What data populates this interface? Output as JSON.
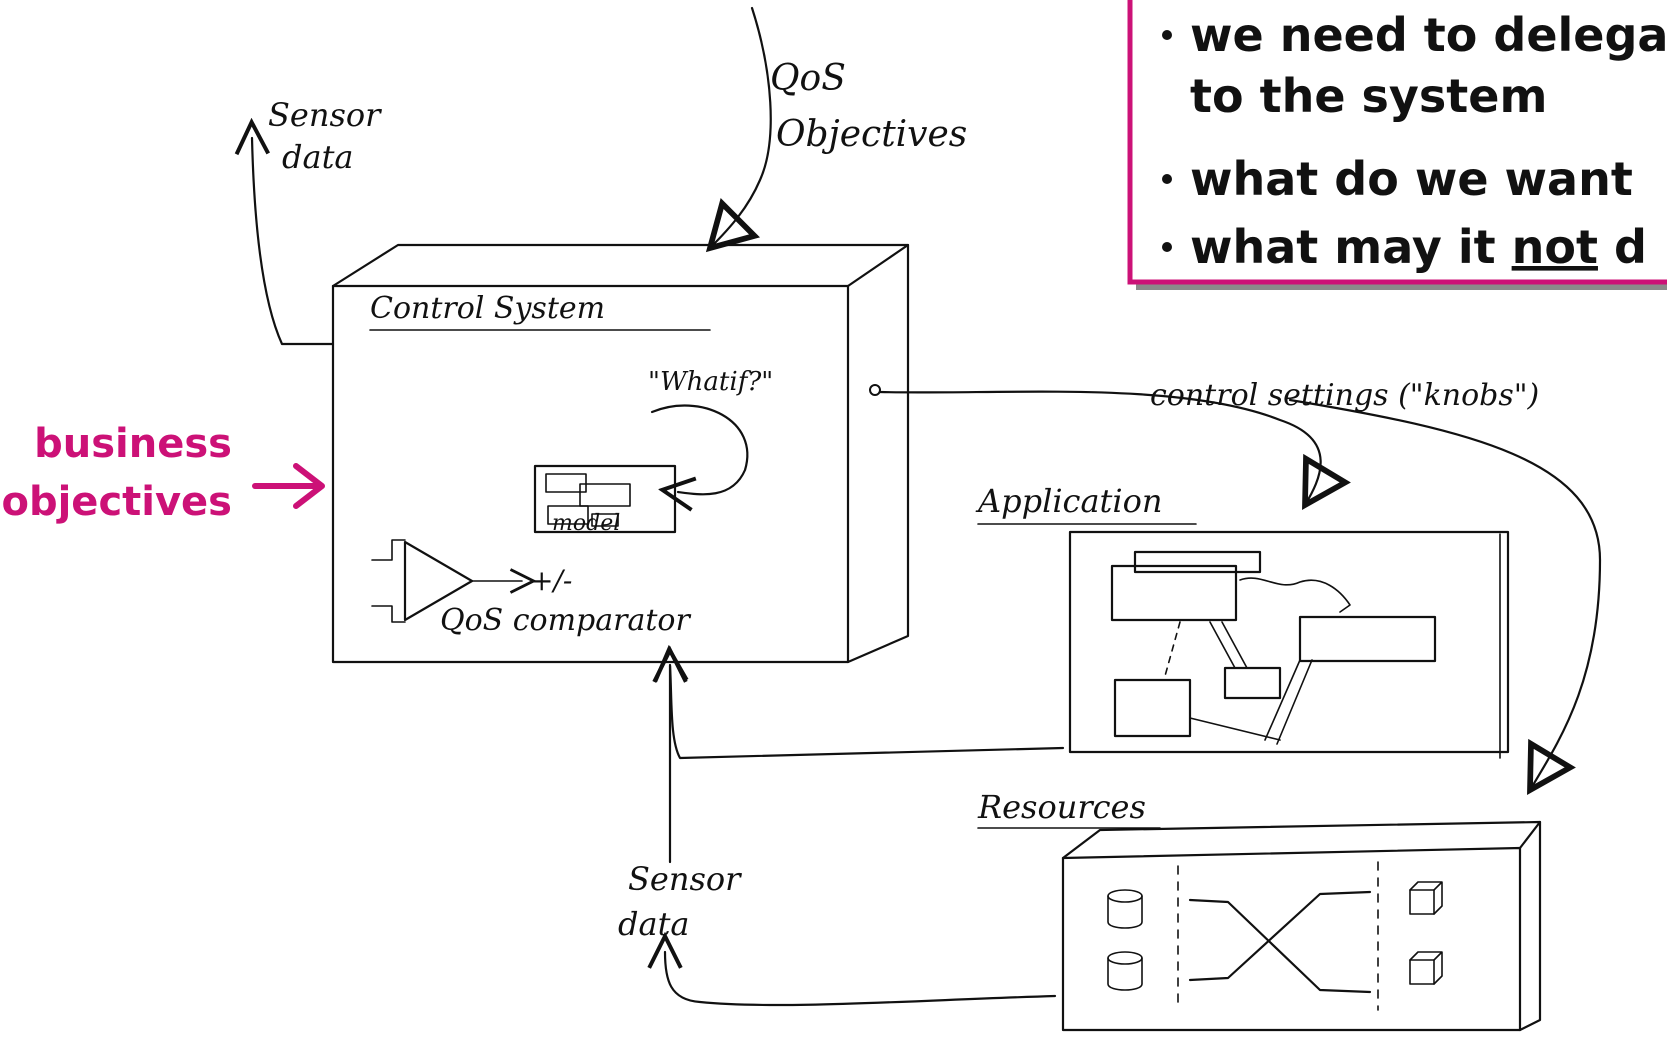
{
  "callout": {
    "bullets": [
      "we need to delega",
      "to the system",
      "what do we want",
      "what may it not d"
    ],
    "bullet_parts": {
      "line4_prefix": "what may it ",
      "line4_underlined": "not",
      "line4_suffix": " d"
    },
    "border_color": "#cc1177"
  },
  "labels": {
    "qos_objectives_1": "QoS",
    "qos_objectives_2": "Objectives",
    "sensor_data_top_1": "Sensor",
    "sensor_data_top_2": "data",
    "control_system": "Control System",
    "whatif": "\"Whatif?\"",
    "model": "model",
    "plus_minus": "+/-",
    "qos_comparator": "QoS comparator",
    "control_settings": "control settings (\"knobs\")",
    "application": "Application",
    "resources": "Resources",
    "sensor_data_bottom_1": "Sensor",
    "sensor_data_bottom_2": "data",
    "business_1": "business",
    "business_2": "objectives"
  },
  "colors": {
    "accent": "#cc1177",
    "ink": "#111111"
  }
}
